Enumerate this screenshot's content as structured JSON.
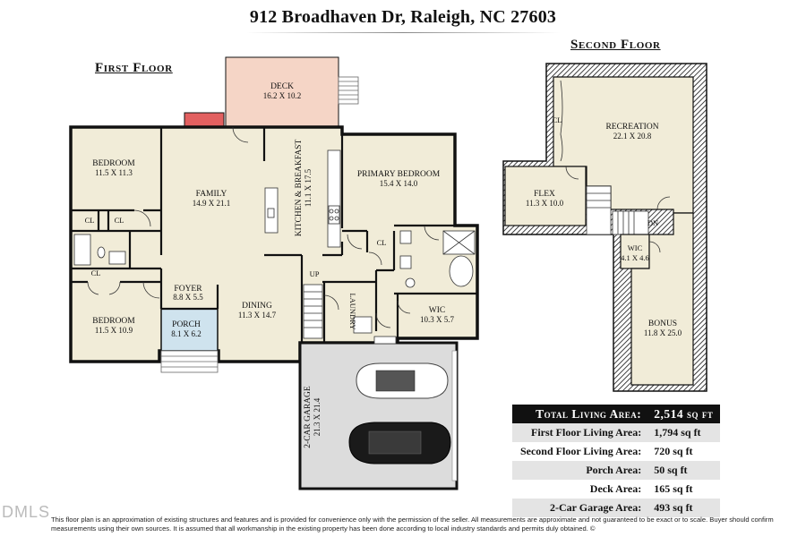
{
  "address": "912 Broadhaven Dr, Raleigh, NC 27603",
  "first_floor_title": "First Floor",
  "second_floor_title": "Second Floor",
  "rooms": {
    "deck": {
      "name": "DECK",
      "dim": "16.2 X 10.2"
    },
    "bedroom_upper": {
      "name": "BEDROOM",
      "dim": "11.5 X 11.3"
    },
    "family": {
      "name": "FAMILY",
      "dim": "14.9 X 21.1"
    },
    "kitchen": {
      "name": "KITCHEN & BREAKFAST",
      "dim": "11.1 X 17.5"
    },
    "primary": {
      "name": "PRIMARY BEDROOM",
      "dim": "15.4 X 14.0"
    },
    "foyer": {
      "name": "FOYER",
      "dim": "8.8 X 5.5"
    },
    "porch": {
      "name": "PORCH",
      "dim": "8.1 X 6.2"
    },
    "bedroom_lower": {
      "name": "BEDROOM",
      "dim": "11.5 X 10.9"
    },
    "dining": {
      "name": "DINING",
      "dim": "11.3 X 14.7"
    },
    "wic_first": {
      "name": "WIC",
      "dim": "10.3 X 5.7"
    },
    "laundry": {
      "name": "LAUNDRY"
    },
    "garage": {
      "name": "2-CAR GARAGE",
      "dim": "21.3 X 21.4"
    },
    "recreation": {
      "name": "RECREATION",
      "dim": "22.1 X 20.8"
    },
    "flex": {
      "name": "FLEX",
      "dim": "11.3 X 10.0"
    },
    "wic_second": {
      "name": "WIC",
      "dim": "4.1 X 4.6"
    },
    "bonus": {
      "name": "BONUS",
      "dim": "11.8 X 25.0"
    }
  },
  "labels": {
    "cl": "CL",
    "up": "UP",
    "dn": "DN"
  },
  "areas": [
    {
      "label": "Total Living Area:",
      "value": "2,514 sq ft"
    },
    {
      "label": "First Floor Living Area:",
      "value": "1,794 sq ft"
    },
    {
      "label": "Second Floor Living Area:",
      "value": "720 sq ft"
    },
    {
      "label": "Porch Area:",
      "value": "50 sq ft"
    },
    {
      "label": "Deck Area:",
      "value": "165 sq ft"
    },
    {
      "label": "2-Car Garage Area:",
      "value": "493 sq ft"
    }
  ],
  "watermark": "DMLS",
  "disclaimer": "This floor plan is an approximation of existing structures and features and is provided for convenience only with the permission of the seller.  All measurements are approximate and not guaranteed to be exact or to scale.  Buyer should confirm measurements using their own sources.  It is assumed that all workmanship in the existing property has been done according to local industry standards and permits duly obtained.  ©",
  "colors": {
    "floor": "#f1ecd8",
    "deck": "#f5d5c6",
    "porch": "#cfe3ee",
    "garage": "#dcdcdc",
    "fireplace": "#e26060",
    "wall": "#111111"
  }
}
